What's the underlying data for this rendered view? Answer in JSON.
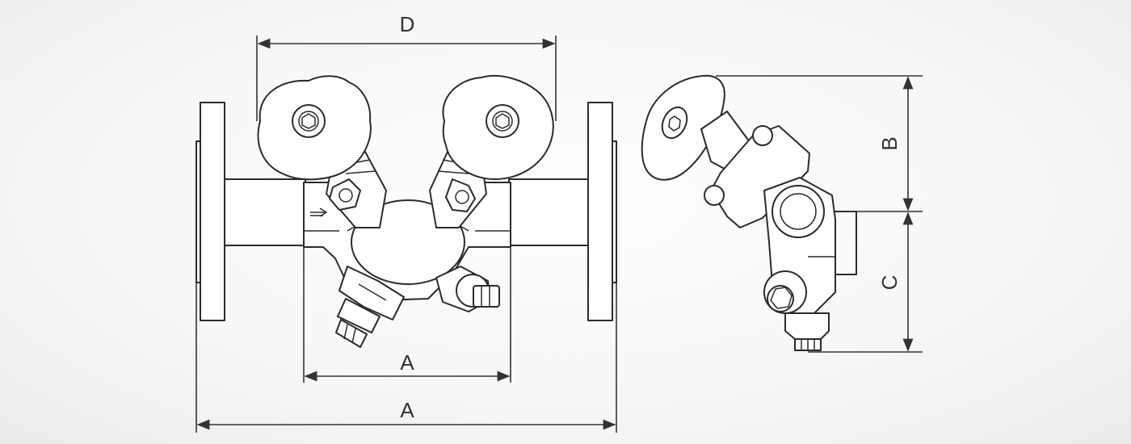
{
  "dimensions": {
    "top_width": "D",
    "inner_width": "A",
    "overall_width": "A",
    "upper_height": "B",
    "lower_height": "C"
  },
  "colors": {
    "line": "#2b2b2b",
    "background": "#f4f4f4"
  }
}
